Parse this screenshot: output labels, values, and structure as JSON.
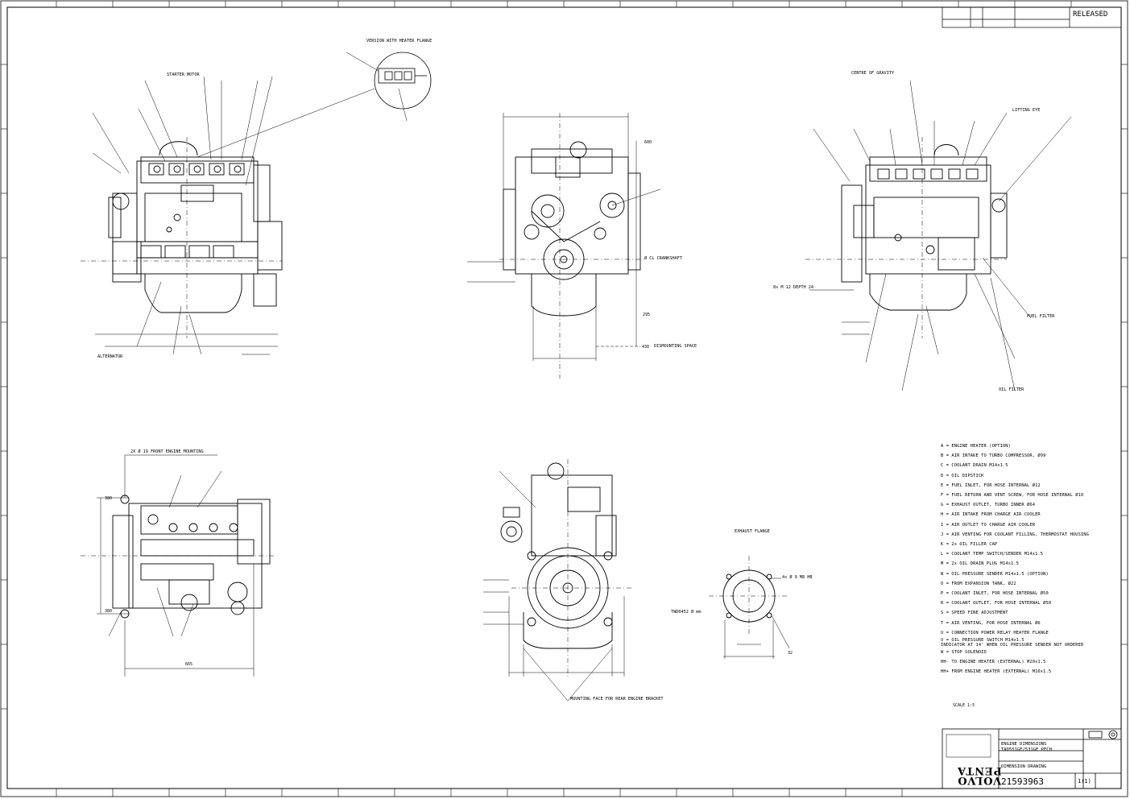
{
  "title_block": {
    "status": "RELEASED",
    "title_line1": "ENGINE DIMENSIONS",
    "title_line2": "TAD551GE/531GE PECH",
    "document_type": "DIMENSION DRAWING",
    "drawing_number": "21593963",
    "sheet": "1(1)",
    "scale": "SCALE 1:5",
    "brand_line1": "VOLVO",
    "brand_line2": "PENTA"
  },
  "legend": [
    "A = ENGINE HEATER (OPTION)",
    "B = AIR INTAKE TO TURBO COMPRESSOR, Ø99",
    "C = COOLANT DRAIN M14x1.5",
    "D = OIL DIPSTICK",
    "E = FUEL INLET, FOR HOSE INTERNAL Ø12",
    "F = FUEL RETURN AND VENT SCREW, FOR HOSE INTERNAL Ø10",
    "G = EXHAUST OUTLET, TURBO INNER Ø64",
    "H = AIR INTAKE FROM CHARGE AIR COOLER",
    "I = AIR OUTLET TO CHARGE AIR COOLER",
    "J = AIR VENTING FOR COOLANT FILLING, THERMOSTAT HOUSING",
    "K = 2x OIL FILLER CAP",
    "L = COOLANT TEMP SWITCH/SENDER M14x1.5",
    "M = 2x OIL DRAIN PLUG M14x1.5",
    "N = OIL PRESSURE SENDER M14x1.5 (OPTION)",
    "O = FROM EXPANSION TANK, Ø22",
    "P = COOLANT INLET, FOR HOSE INTERNAL Ø50",
    "R = COOLANT OUTLET, FOR HOSE INTERNAL Ø50",
    "S = SPEED FINE ADJUSTMENT",
    "T = AIR VENTING, FOR HOSE INTERNAL Ø6",
    "U = CONNECTION POWER RELAY HEATER FLANGE",
    "V = OIL PRESSURE SWITCH M14x1.5",
    "    INDICATOR AT 14' WHEN OIL PRESSURE SENDER NOT ORDERED",
    "W = STOP SOLENOID",
    "HH- TO ENGINE HEATER (EXTERNAL) M20x1.5",
    "HH+ FROM ENGINE HEATER (EXTERNAL) M16x1.5"
  ],
  "labels": {
    "version_heater": "VERSION WITH HEATER FLANGE",
    "starter_motor": "STARTER MOTOR",
    "alternator": "ALTERNATOR",
    "centre_gravity": "CENTRE OF GRAVITY",
    "lifting_eye": "LIFTING EYE",
    "fuel_filter": "FUEL FILTER",
    "oil_filter": "OIL FILTER",
    "crankshaft": "Ø CL CRANKSHAFT",
    "dismount_space": "DISMOUNTING SPACE",
    "front_mounting": "2X Ø 19 FRONT ENGINE MOUNTING",
    "exhaust_flange": "EXHAUST FLANGE",
    "thread_depth": "8x M 12 DEPTH 24",
    "mounting_face": "MOUNTING FACE FOR REAR ENGINE BRACKET",
    "flywheel": "TWD0452 Ø mm",
    "holes": "4x Ø 9 M8 HB"
  },
  "dims": {
    "d600": "600",
    "d295": "295",
    "d430": "430",
    "d380a": "380",
    "d380b": "380",
    "d665": "665",
    "d32": "32"
  }
}
